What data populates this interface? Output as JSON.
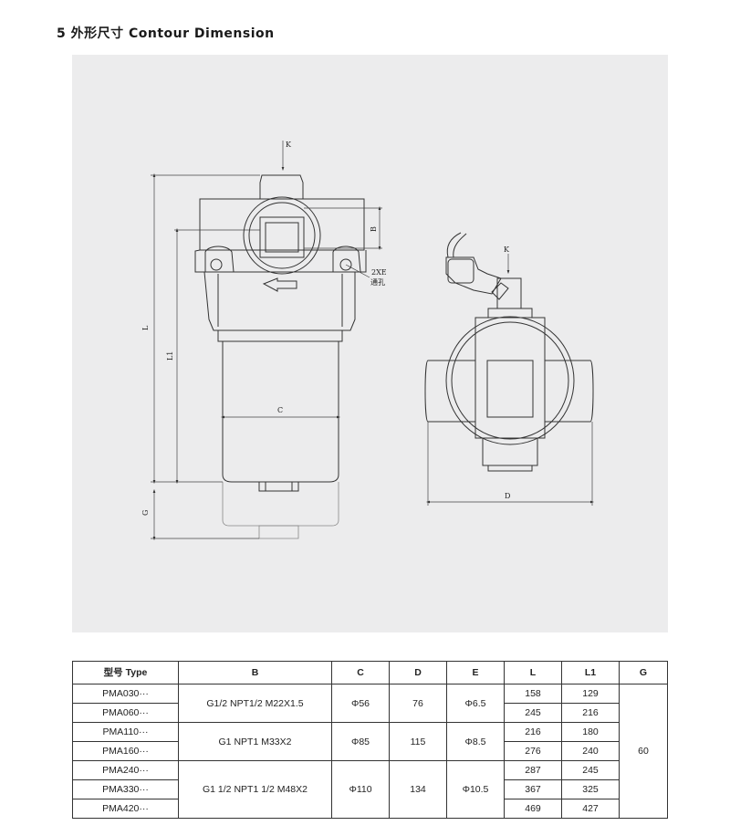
{
  "section_title": "5 外形尺寸 Contour Dimension",
  "drawing": {
    "labels": {
      "k_front": "K",
      "k_side": "K",
      "b": "B",
      "l": "L",
      "l1": "L1",
      "c": "C",
      "g": "G",
      "d": "D",
      "hole_size": "2XE",
      "hole_type": "通孔"
    }
  },
  "table": {
    "headers": [
      "型号 Type",
      "B",
      "C",
      "D",
      "E",
      "L",
      "L1",
      "G"
    ],
    "rows": [
      {
        "type": "PMA030···",
        "l": "158",
        "l1": "129"
      },
      {
        "type": "PMA060···",
        "l": "245",
        "l1": "216"
      },
      {
        "type": "PMA110···",
        "l": "216",
        "l1": "180"
      },
      {
        "type": "PMA160···",
        "l": "276",
        "l1": "240"
      },
      {
        "type": "PMA240···",
        "l": "287",
        "l1": "245"
      },
      {
        "type": "PMA330···",
        "l": "367",
        "l1": "325"
      },
      {
        "type": "PMA420···",
        "l": "469",
        "l1": "427"
      }
    ],
    "groups": [
      {
        "b": "G1/2  NPT1/2  M22X1.5",
        "c": "Φ56",
        "d": "76",
        "e": "Φ6.5"
      },
      {
        "b": "G1   NPT1   M33X2",
        "c": "Φ85",
        "d": "115",
        "e": "Φ8.5"
      },
      {
        "b": "G1 1/2    NPT1 1/2  M48X2",
        "c": "Φ110",
        "d": "134",
        "e": "Φ10.5"
      }
    ],
    "g_value": "60"
  }
}
